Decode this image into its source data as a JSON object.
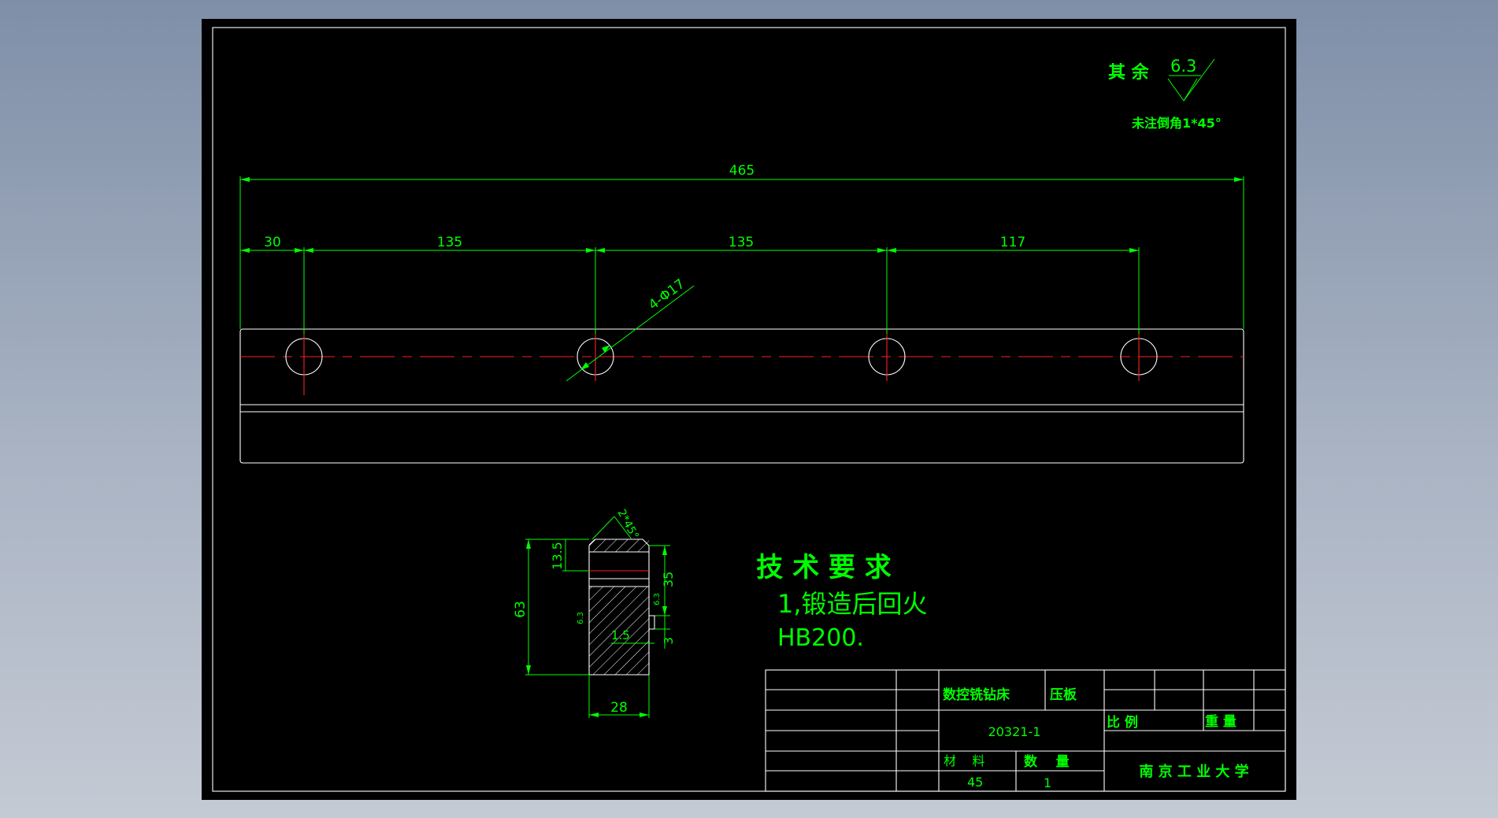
{
  "notes": {
    "roughness_prefix": "其 余",
    "roughness_value": "6.3",
    "chamfer_note": "未注倒角1*45°"
  },
  "top_view": {
    "dim_overall": "465",
    "dim_spacing": [
      "30",
      "135",
      "135",
      "117"
    ],
    "hole_callout": "4-Φ17"
  },
  "section_view": {
    "chamfer": "2*45°",
    "dim_13_5": "13.5",
    "dim_63": "63",
    "dim_35": "35",
    "dim_1_5": "1.5",
    "dim_3": "3",
    "dim_28": "28",
    "roughness_left": "6.3",
    "roughness_right": "6.3"
  },
  "tech_requirements": {
    "title": "技 术 要 求",
    "line1": "1,锻造后回火",
    "line2": "HB200."
  },
  "title_block": {
    "machine": "数控铣钻床",
    "part_name": "压板",
    "drawing_no": "20321-1",
    "scale_label": "比 例",
    "weight_label": "重 量",
    "material_label": "材    料",
    "quantity_label": "数    量",
    "material_value": "45",
    "quantity_value": "1",
    "school": "南 京 工 业 大 学"
  },
  "colors": {
    "sheet": "#000000",
    "outline": "#ffffff",
    "dimension": "#00ff00",
    "centerline": "#ff2020"
  }
}
